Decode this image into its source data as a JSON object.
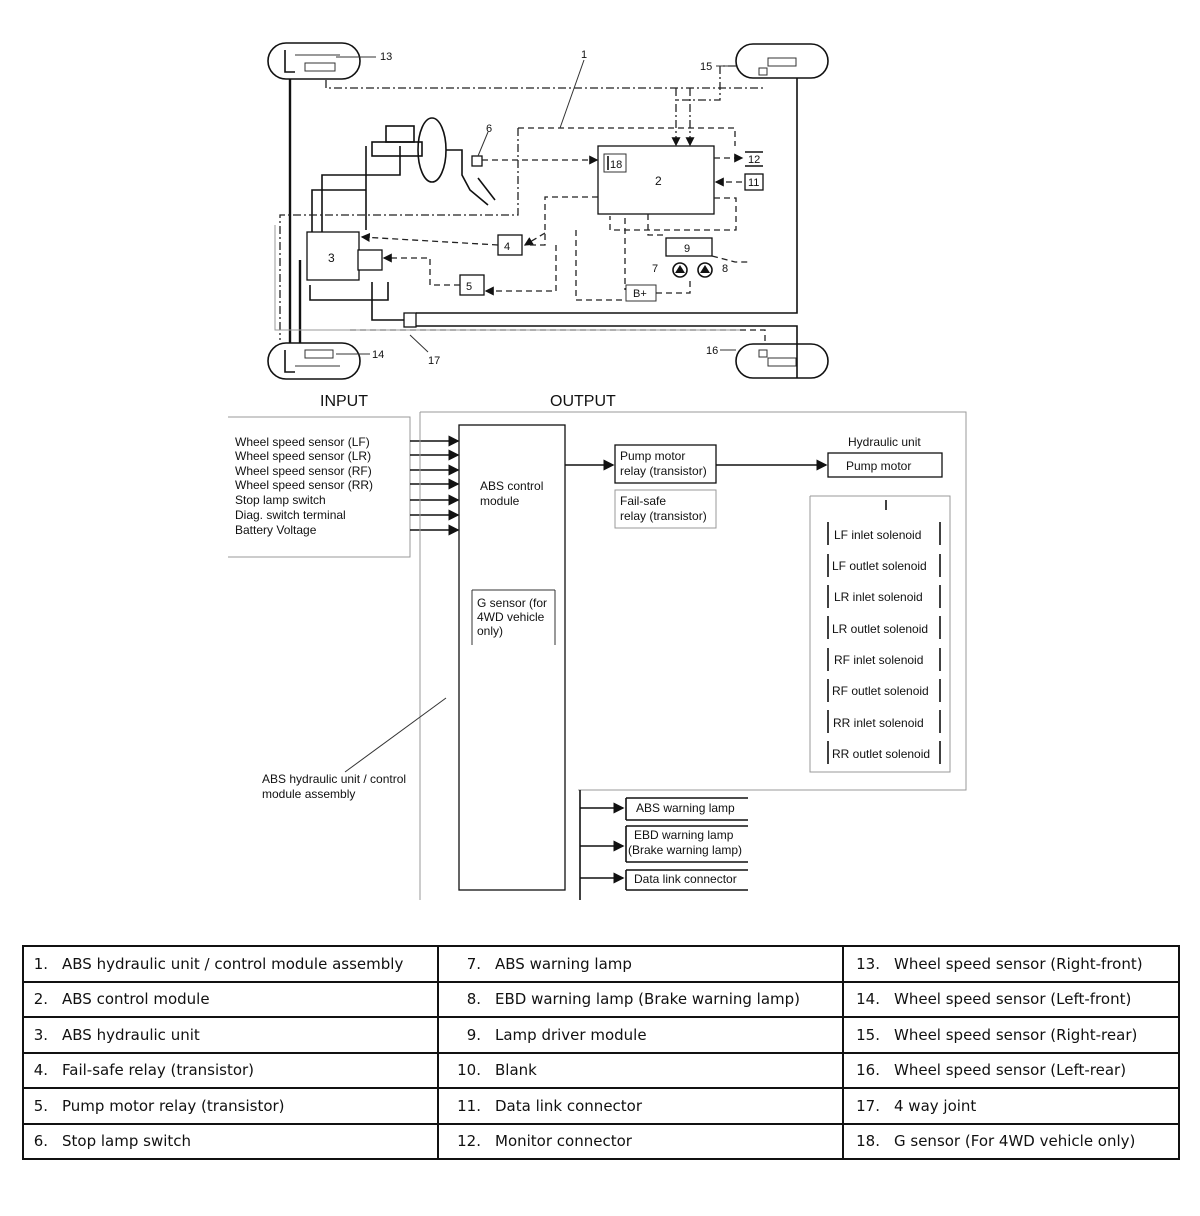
{
  "schematic": {
    "callouts": [
      "1",
      "2",
      "3",
      "4",
      "5",
      "6",
      "7",
      "8",
      "9",
      "11",
      "12",
      "13",
      "14",
      "15",
      "16",
      "17",
      "18",
      "B+"
    ]
  },
  "block": {
    "input_heading": "INPUT",
    "output_heading": "OUTPUT",
    "inputs": [
      "Wheel speed sensor (LF)",
      "Wheel speed sensor (LR)",
      "Wheel speed sensor (RF)",
      "Wheel speed sensor (RR)",
      "Stop lamp switch",
      "Diag. switch terminal",
      "Battery Voltage"
    ],
    "control_module": [
      "ABS control",
      "module"
    ],
    "g_sensor": [
      "G sensor (for",
      "4WD vehicle",
      "only)"
    ],
    "pump_relay": [
      "Pump motor",
      "relay (transistor)"
    ],
    "failsafe_relay": [
      "Fail-safe",
      "relay (transistor)"
    ],
    "hydraulic_unit": "Hydraulic unit",
    "pump_motor": "Pump motor",
    "solenoids": [
      "LF inlet solenoid",
      "LF outlet solenoid",
      "LR inlet solenoid",
      "LR outlet solenoid",
      "RF inlet solenoid",
      "RF outlet solenoid",
      "RR inlet solenoid",
      "RR outlet solenoid"
    ],
    "assembly_label": [
      "ABS hydraulic unit / control",
      "module assembly"
    ],
    "outputs": [
      [
        "ABS warning lamp"
      ],
      [
        "EBD warning lamp",
        "(Brake warning lamp)"
      ],
      [
        "Data link connector"
      ]
    ]
  },
  "legend": [
    [
      {
        "n": "1.",
        "t": "ABS hydraulic unit / control module assembly"
      },
      {
        "n": "7.",
        "t": "ABS warning lamp"
      },
      {
        "n": "13.",
        "t": "Wheel speed sensor (Right-front)"
      }
    ],
    [
      {
        "n": "2.",
        "t": "ABS control module"
      },
      {
        "n": "8.",
        "t": "EBD warning lamp (Brake warning lamp)"
      },
      {
        "n": "14.",
        "t": "Wheel speed sensor (Left-front)"
      }
    ],
    [
      {
        "n": "3.",
        "t": "ABS hydraulic unit"
      },
      {
        "n": "9.",
        "t": "Lamp driver module"
      },
      {
        "n": "15.",
        "t": "Wheel speed sensor (Right-rear)"
      }
    ],
    [
      {
        "n": "4.",
        "t": "Fail-safe relay (transistor)"
      },
      {
        "n": "10.",
        "t": "Blank"
      },
      {
        "n": "16.",
        "t": "Wheel speed sensor (Left-rear)"
      }
    ],
    [
      {
        "n": "5.",
        "t": "Pump motor relay (transistor)"
      },
      {
        "n": "11.",
        "t": "Data link connector"
      },
      {
        "n": "17.",
        "t": "4 way joint"
      }
    ],
    [
      {
        "n": "6.",
        "t": "Stop lamp switch"
      },
      {
        "n": "12.",
        "t": "Monitor connector"
      },
      {
        "n": "18.",
        "t": "G sensor (For 4WD vehicle only)"
      }
    ]
  ]
}
